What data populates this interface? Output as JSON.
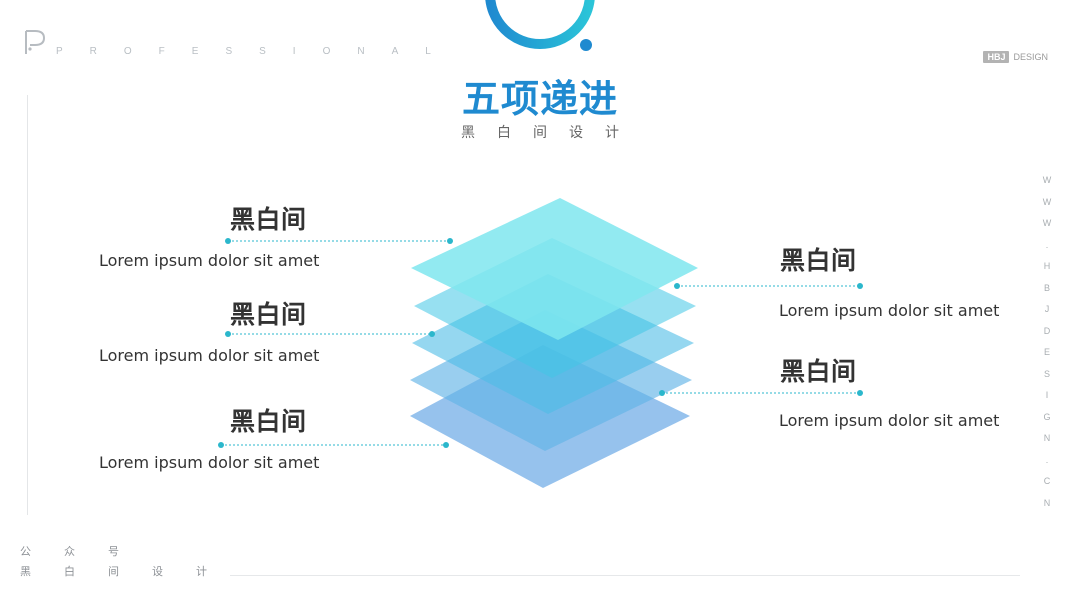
{
  "header": {
    "title": "五项递进",
    "subtitle": "黑白间设计",
    "brand_mark": "P",
    "tagline": "PROFESSIONAL"
  },
  "brand": {
    "box": "HBJ",
    "text": "DESIGN"
  },
  "side_url": "WWW.HBJDESIGN.CN",
  "footer": {
    "line1": "公众号",
    "line2": "黑白间设计"
  },
  "items": [
    {
      "title": "黑白间",
      "text": "Lorem ipsum dolor sit amet"
    },
    {
      "title": "黑白间",
      "text": "Lorem ipsum dolor sit amet"
    },
    {
      "title": "黑白间",
      "text": "Lorem ipsum dolor sit amet"
    },
    {
      "title": "黑白间",
      "text": "Lorem ipsum dolor sit amet"
    },
    {
      "title": "黑白间",
      "text": "Lorem ipsum dolor sit amet"
    }
  ],
  "colors": {
    "accent": "#1f8ad0",
    "cyan": "#2bc4d8",
    "layer_light": "#7fe6ef",
    "layer_blue": "#6aa8e6",
    "connector": "#2bb7cc"
  }
}
